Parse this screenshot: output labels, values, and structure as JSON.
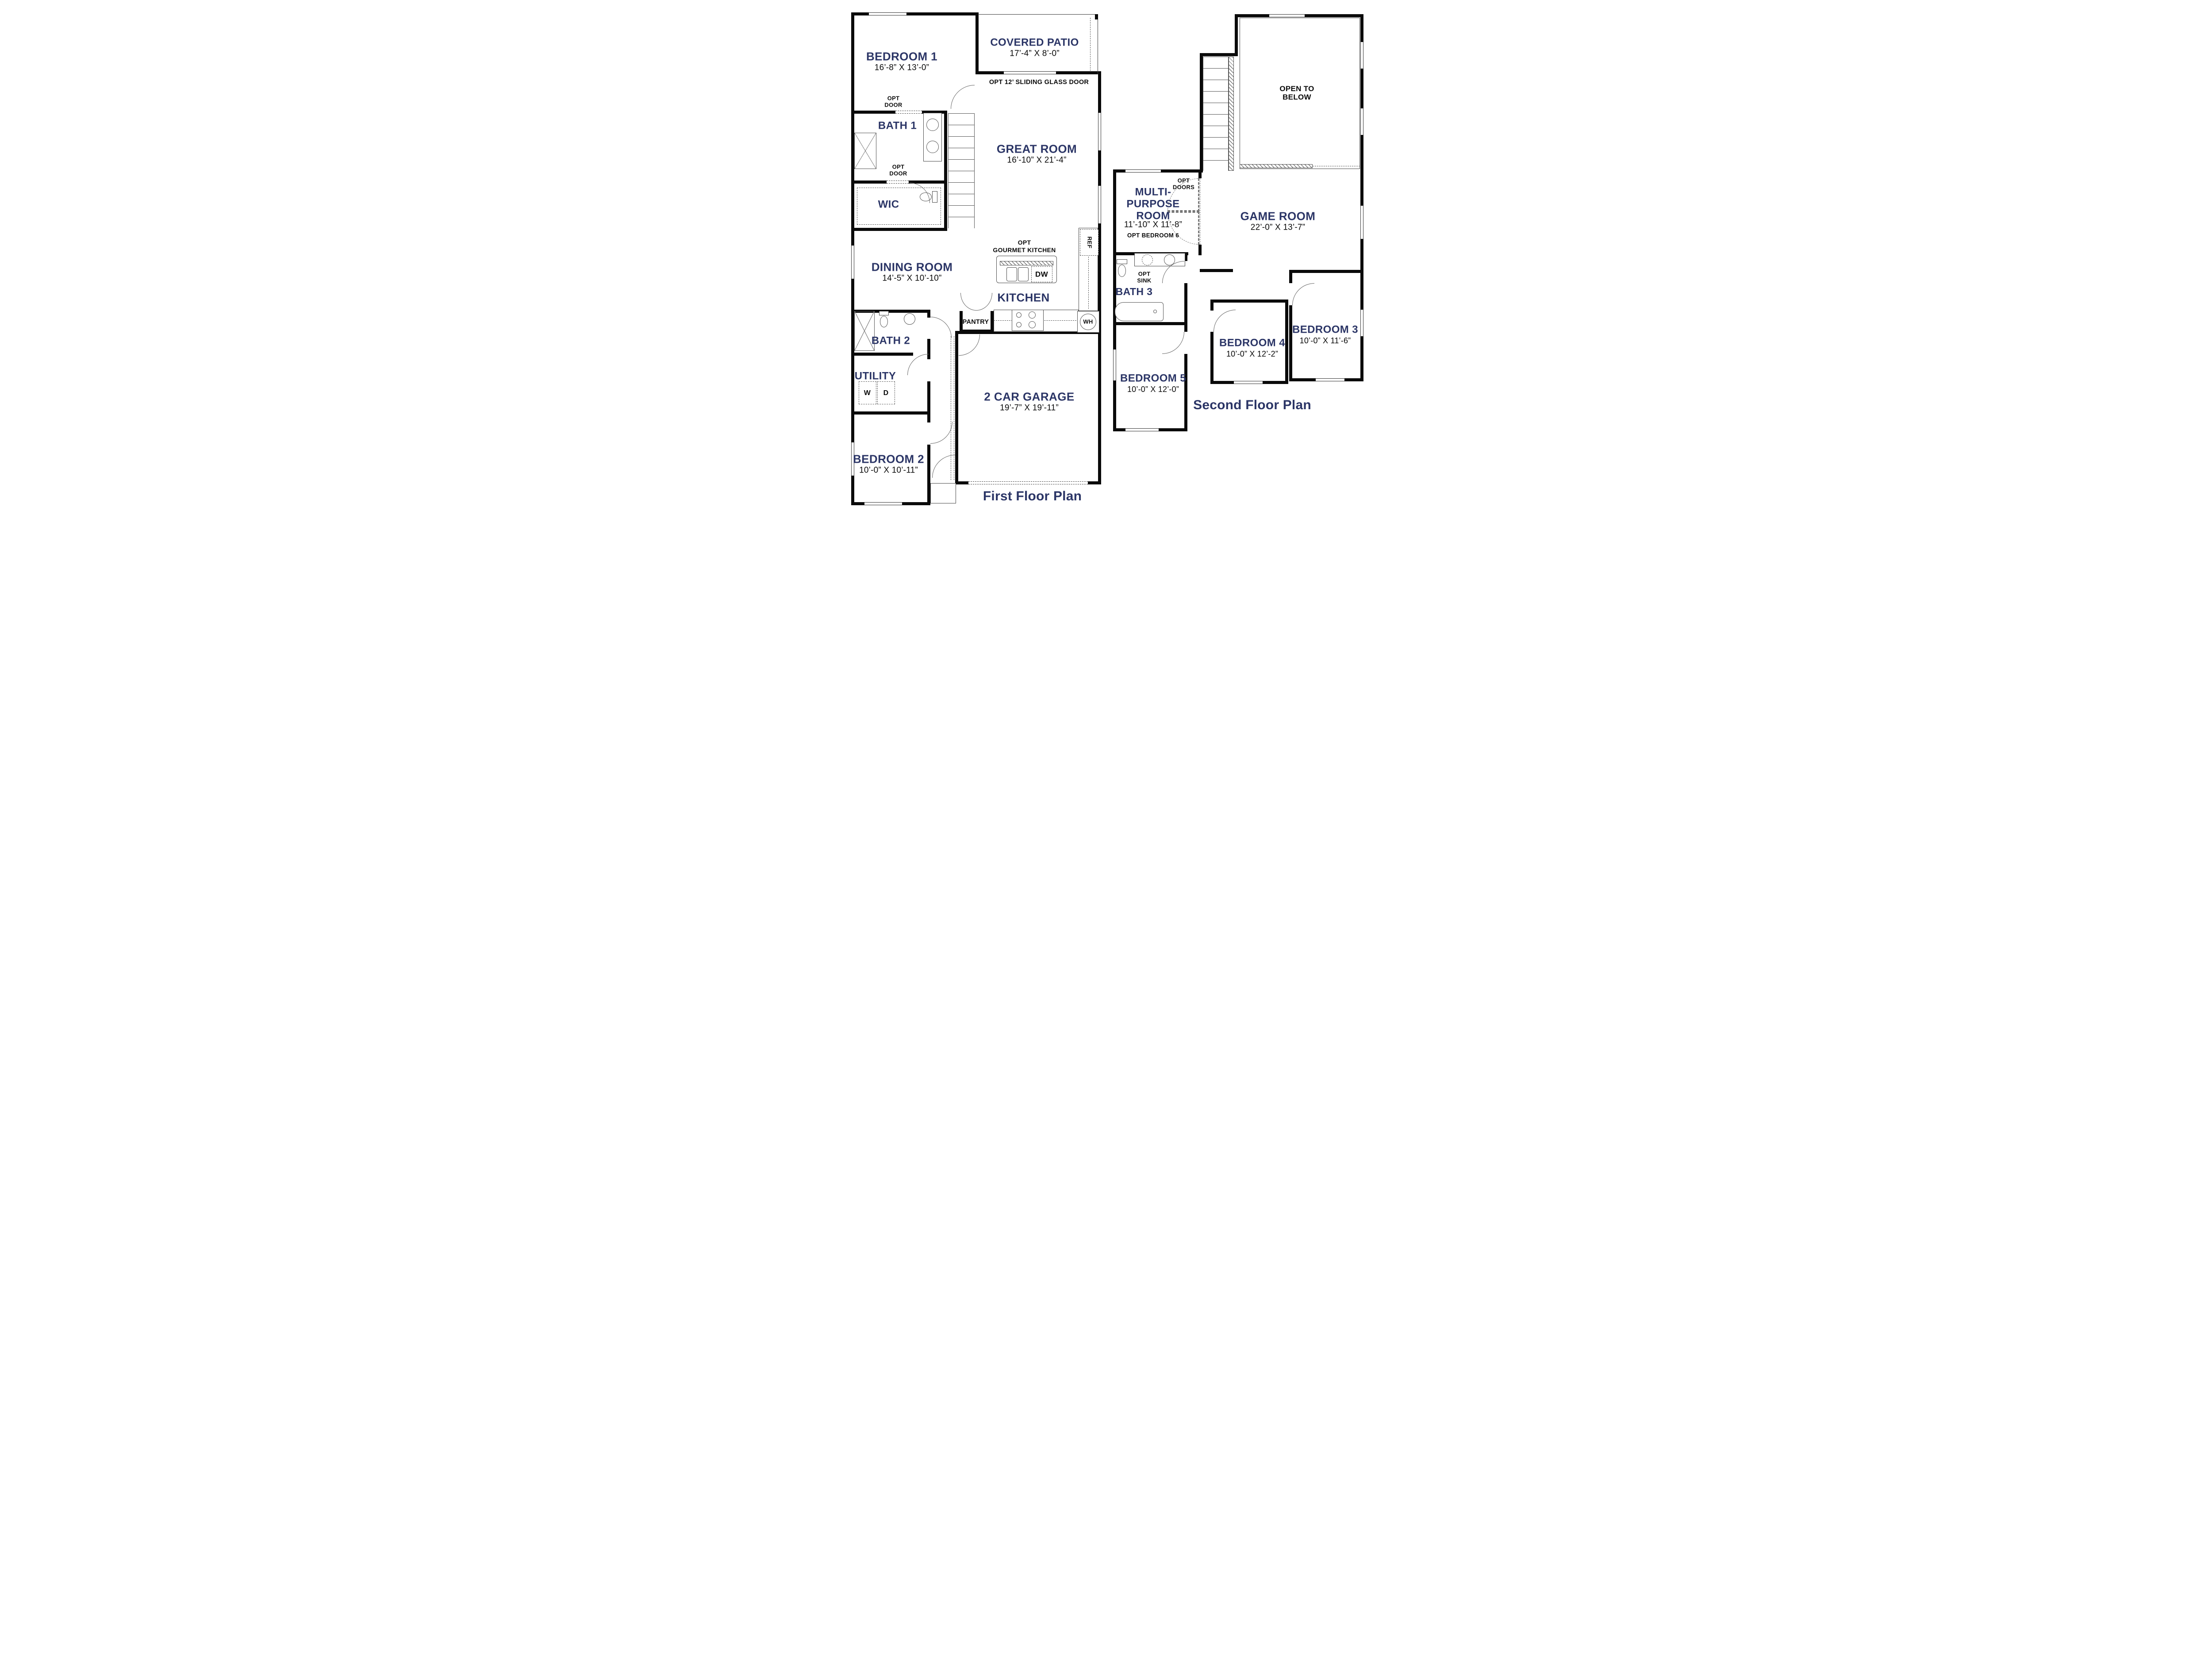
{
  "colors": {
    "navy": "#2b3566",
    "ink": "#0a0a0a",
    "wall": "#0a0a0a"
  },
  "first_floor": {
    "title": "First Floor Plan",
    "rooms": {
      "bedroom1": {
        "name": "BEDROOM 1",
        "dims": "16’-8” X 13’-0”"
      },
      "covered_patio": {
        "name": "COVERED PATIO",
        "dims": "17’-4” X 8’-0”"
      },
      "great_room": {
        "name": "GREAT ROOM",
        "dims": "16’-10” X 21’-4”"
      },
      "bath1": {
        "name": "BATH 1"
      },
      "wic": {
        "name": "WIC"
      },
      "dining_room": {
        "name": "DINING ROOM",
        "dims": "14’-5” X 10’-10”"
      },
      "kitchen": {
        "name": "KITCHEN"
      },
      "pantry": {
        "name": "PANTRY"
      },
      "bath2": {
        "name": "BATH 2"
      },
      "utility": {
        "name": "UTILITY"
      },
      "garage": {
        "name": "2 CAR GARAGE",
        "dims": "19’-7” X 19’-11”"
      },
      "bedroom2": {
        "name": "BEDROOM 2",
        "dims": "10’-0” X 10’-11”"
      }
    },
    "annotations": {
      "opt_door": "OPT DOOR",
      "opt_sliding_door": "OPT 12’ SLIDING GLASS DOOR",
      "opt_gourmet_line1": "OPT",
      "opt_gourmet_line2": "GOURMET KITCHEN",
      "ref": "REF",
      "dw": "DW",
      "wh": "WH",
      "washer": "W",
      "dryer": "D"
    }
  },
  "second_floor": {
    "title": "Second Floor Plan",
    "rooms": {
      "open_to_below": {
        "name": "OPEN TO BELOW"
      },
      "game_room": {
        "name": "GAME ROOM",
        "dims": "22’-0” X 13’-7”"
      },
      "multi_purpose": {
        "name": "MULTI-PURPOSE ROOM",
        "dims": "11’-10” X 11’-8”",
        "note": "OPT BEDROOM 6"
      },
      "bath3": {
        "name": "BATH 3"
      },
      "bedroom3": {
        "name": "BEDROOM 3",
        "dims": "10’-0” X 11’-6”"
      },
      "bedroom4": {
        "name": "BEDROOM 4",
        "dims": "10’-0” X 12’-2”"
      },
      "bedroom5": {
        "name": "BEDROOM 5",
        "dims": "10’-0” X 12’-0”"
      }
    },
    "annotations": {
      "opt_doors": "OPT DOORS",
      "opt_sink": "OPT SINK"
    }
  }
}
